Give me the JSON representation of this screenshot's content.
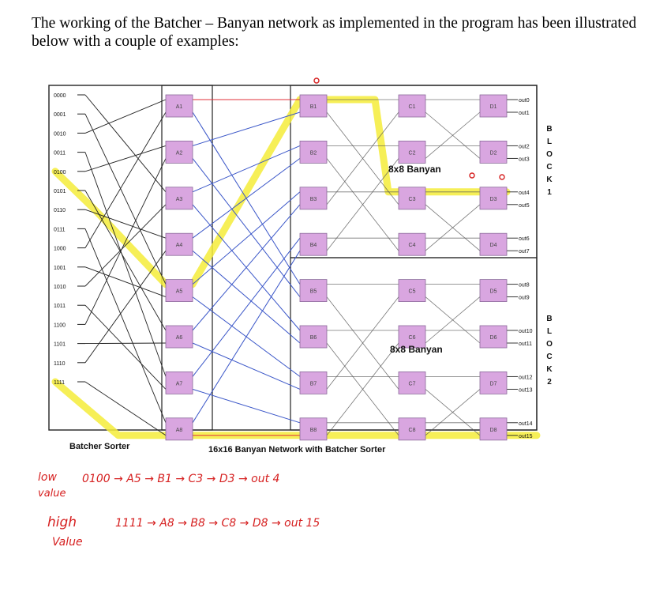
{
  "intro_text": "The working of the Batcher – Banyan network as implemented in the program has been illustrated below with a couple of examples:",
  "inputs": [
    "0000",
    "0001",
    "0010",
    "0011",
    "0100",
    "0101",
    "0110",
    "0111",
    "1000",
    "1001",
    "1010",
    "1011",
    "1100",
    "1101",
    "1110",
    "1111"
  ],
  "stage_a": [
    "A1",
    "A2",
    "A3",
    "A4",
    "A5",
    "A6",
    "A7",
    "A8"
  ],
  "stage_b": [
    "B1",
    "B2",
    "B3",
    "B4",
    "B5",
    "B6",
    "B7",
    "B8"
  ],
  "stage_c": [
    "C1",
    "C2",
    "C3",
    "C4",
    "C5",
    "C6",
    "C7",
    "C8"
  ],
  "stage_d": [
    "D1",
    "D2",
    "D3",
    "D4",
    "D5",
    "D6",
    "D7",
    "D8"
  ],
  "outputs": [
    "out0",
    "out1",
    "out2",
    "out3",
    "out4",
    "out5",
    "out6",
    "out7",
    "out8",
    "out9",
    "out10",
    "out11",
    "out12",
    "out13",
    "out14",
    "out15"
  ],
  "banyan_label_top": "8x8 Banyan",
  "banyan_label_bottom": "8x8 Banyan",
  "block1_letters": [
    "B",
    "L",
    "O",
    "C",
    "K",
    "1"
  ],
  "block2_letters": [
    "B",
    "L",
    "O",
    "C",
    "K",
    "2"
  ],
  "caption_left": "Batcher Sorter",
  "caption_right": "16x16 Banyan Network with Batcher Sorter",
  "notes": {
    "low_label_1": "low",
    "low_label_2": "value",
    "low_path": "0100  →  A5  →  B1  →  C3  →  D3  →  out 4",
    "high_label_1": "high",
    "high_label_2": "Value",
    "high_path": "1111  →  A8  →  B8  →  C8  →  D8  →  out 15"
  },
  "colors": {
    "box_fill": "#d9a6e0",
    "box_stroke": "#8a6a9a",
    "red_wire": "#e0303a",
    "blue_wire": "#3a56c8",
    "highlight": "#f5ec3a",
    "annotation": "#d62020"
  }
}
